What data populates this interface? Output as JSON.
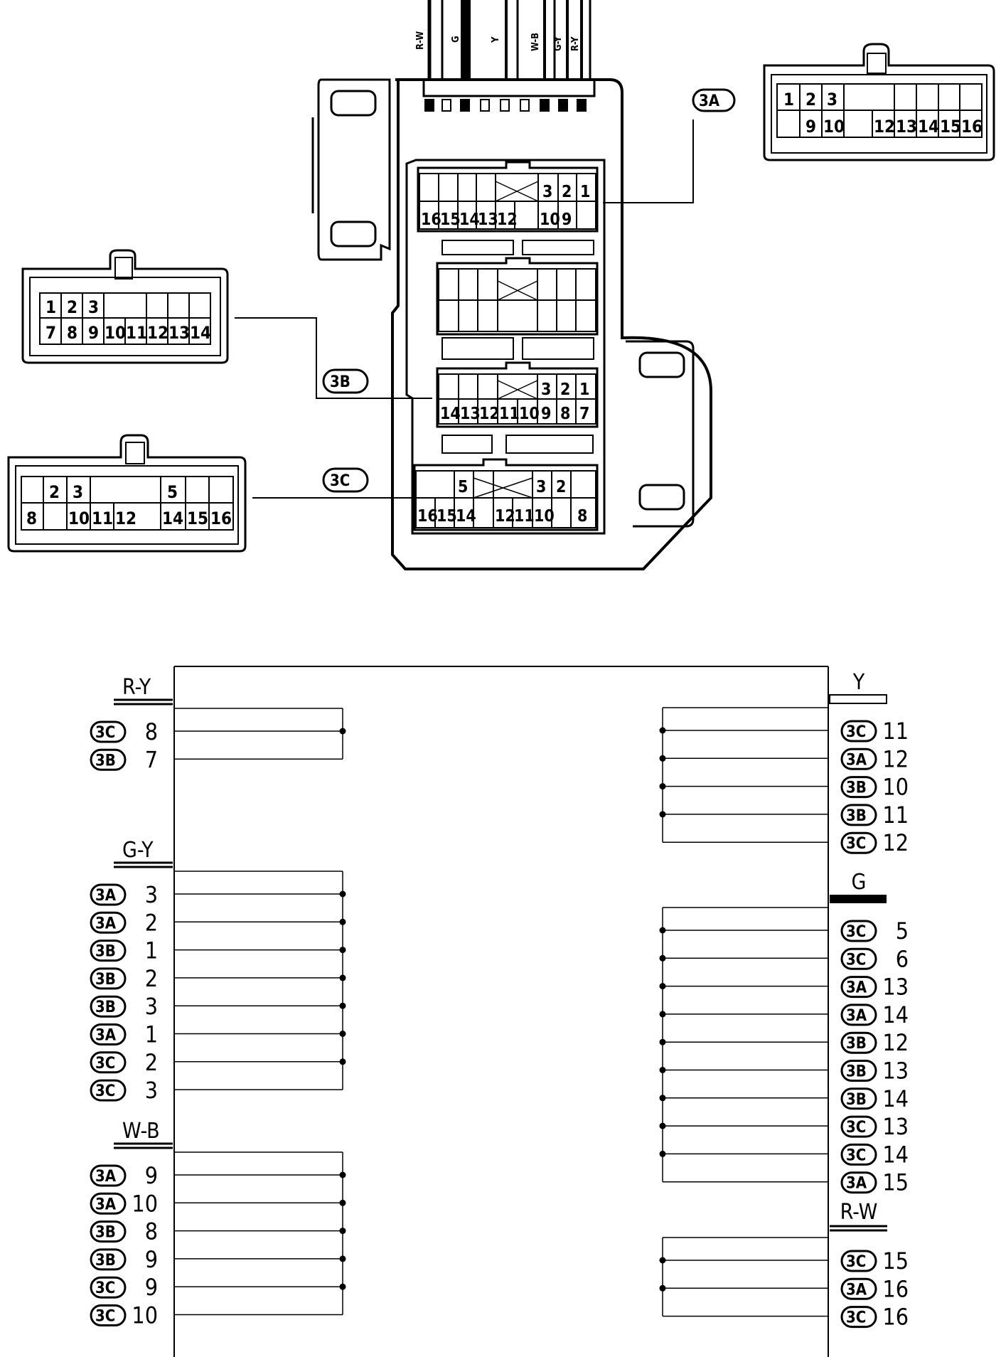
{
  "top_wire_labels": [
    "R-W",
    "G",
    "Y",
    "W-B",
    "G-Y",
    "R-Y"
  ],
  "connector_tags": {
    "a": "3A",
    "b": "3B",
    "c": "3C"
  },
  "detail_3a": {
    "row1": [
      "1",
      "2",
      "3"
    ],
    "row2": [
      "9",
      "10",
      "12",
      "13",
      "14",
      "15",
      "16"
    ]
  },
  "detail_3b": {
    "row1": [
      "1",
      "2",
      "3"
    ],
    "row2": [
      "7",
      "8",
      "9",
      "10",
      "11",
      "12",
      "13",
      "14"
    ]
  },
  "detail_3c": {
    "row1": [
      "2",
      "3",
      "5"
    ],
    "row2": [
      "8",
      "10",
      "11",
      "12",
      "14",
      "15",
      "16"
    ]
  },
  "block_3a": {
    "row1": [
      "3",
      "2",
      "1"
    ],
    "row2": [
      "16",
      "15",
      "14",
      "13",
      "12",
      "10",
      "9"
    ]
  },
  "block_3b": {
    "row1": [
      "3",
      "2",
      "1"
    ],
    "row2": [
      "14",
      "13",
      "12",
      "11",
      "10",
      "9",
      "8",
      "7"
    ]
  },
  "block_3c": {
    "row1": [
      "5",
      "3",
      "2"
    ],
    "row2": [
      "16",
      "15",
      "14",
      "12",
      "11",
      "10",
      "8"
    ]
  },
  "schematic": {
    "left_groups": [
      {
        "wire": "R-Y",
        "pins": [
          {
            "conn": "3C",
            "pin": "8"
          },
          {
            "conn": "3B",
            "pin": "7"
          }
        ]
      },
      {
        "wire": "G-Y",
        "pins": [
          {
            "conn": "3A",
            "pin": "3"
          },
          {
            "conn": "3A",
            "pin": "2"
          },
          {
            "conn": "3B",
            "pin": "1"
          },
          {
            "conn": "3B",
            "pin": "2"
          },
          {
            "conn": "3B",
            "pin": "3"
          },
          {
            "conn": "3A",
            "pin": "1"
          },
          {
            "conn": "3C",
            "pin": "2"
          },
          {
            "conn": "3C",
            "pin": "3"
          }
        ]
      },
      {
        "wire": "W-B",
        "pins": [
          {
            "conn": "3A",
            "pin": "9"
          },
          {
            "conn": "3A",
            "pin": "10"
          },
          {
            "conn": "3B",
            "pin": "8"
          },
          {
            "conn": "3B",
            "pin": "9"
          },
          {
            "conn": "3C",
            "pin": "9"
          },
          {
            "conn": "3C",
            "pin": "10"
          }
        ]
      }
    ],
    "right_groups": [
      {
        "wire": "Y",
        "pins": [
          {
            "conn": "3C",
            "pin": "11"
          },
          {
            "conn": "3A",
            "pin": "12"
          },
          {
            "conn": "3B",
            "pin": "10"
          },
          {
            "conn": "3B",
            "pin": "11"
          },
          {
            "conn": "3C",
            "pin": "12"
          }
        ]
      },
      {
        "wire": "G",
        "pins": [
          {
            "conn": "3C",
            "pin": "5"
          },
          {
            "conn": "3C",
            "pin": "6"
          },
          {
            "conn": "3A",
            "pin": "13"
          },
          {
            "conn": "3A",
            "pin": "14"
          },
          {
            "conn": "3B",
            "pin": "12"
          },
          {
            "conn": "3B",
            "pin": "13"
          },
          {
            "conn": "3B",
            "pin": "14"
          },
          {
            "conn": "3C",
            "pin": "13"
          },
          {
            "conn": "3C",
            "pin": "14"
          },
          {
            "conn": "3A",
            "pin": "15"
          }
        ]
      },
      {
        "wire": "R-W",
        "pins": [
          {
            "conn": "3C",
            "pin": "15"
          },
          {
            "conn": "3A",
            "pin": "16"
          },
          {
            "conn": "3C",
            "pin": "16"
          }
        ]
      }
    ]
  }
}
